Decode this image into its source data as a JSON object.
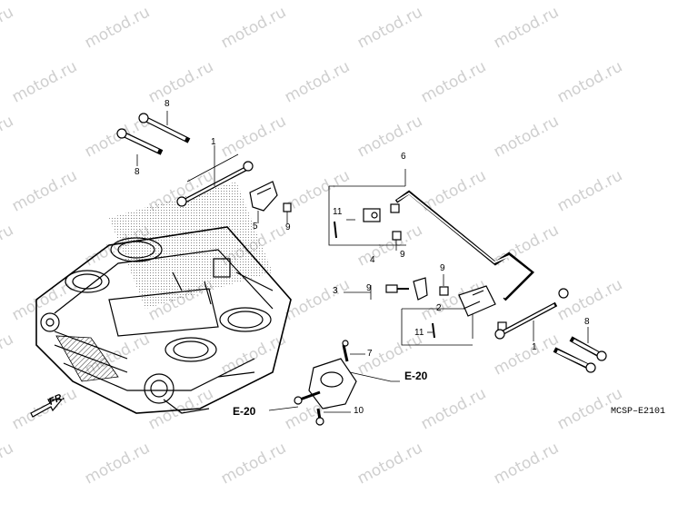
{
  "watermark": "motod.ru",
  "callouts": {
    "c1_top": "1",
    "c1_right": "1",
    "c2": "2",
    "c3": "3",
    "c4": "4",
    "c5": "5",
    "c6": "6",
    "c7": "7",
    "c8_top_a": "8",
    "c8_top_b": "8",
    "c8_right": "8",
    "c9_top": "9",
    "c9_mid": "9",
    "c9_left": "9",
    "c9_right": "9",
    "c10": "10",
    "c11_left": "11",
    "c11_right": "11"
  },
  "references": {
    "e20_right": "E-20",
    "e20_left": "E-20"
  },
  "direction_label": "FR.",
  "diagram_code": "MCSP–E2101"
}
